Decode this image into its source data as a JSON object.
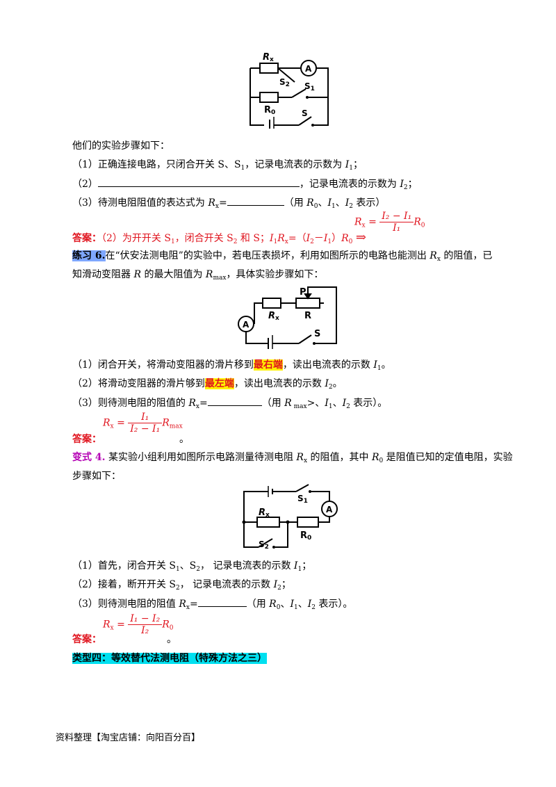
{
  "fig1": {
    "rx": "R",
    "rx_sub": "x",
    "a": "A",
    "s2": "S",
    "s2_sub": "2",
    "s1": "S",
    "s1_sub": "1",
    "r0": "R",
    "r0_sub": "0",
    "s": "S"
  },
  "p1": {
    "intro": "他们的实验步骤如下：",
    "s1_a": "（1）正确连接电路，只闭合开关 S、S",
    "s1_sub": "1",
    "s1_b": "，记录电流表的示数为 ",
    "s1_i": "I",
    "s1_isub": "1",
    "s1_end": "；",
    "s2_a": "（2）",
    "s2_b": "，记录电流表的示数为 ",
    "s2_i": "I",
    "s2_isub": "2",
    "s2_end": "；",
    "s3_a": "（3）待测电阻阻值的表达式为 ",
    "s3_r": "R",
    "s3_rsub": "x",
    "s3_eq": "=",
    "s3_b": "（用 ",
    "s3_r0": "R",
    "s3_r0sub": "0",
    "s3_c": "、",
    "s3_i1": "I",
    "s3_i1sub": "1",
    "s3_d": "、",
    "s3_i2": "I",
    "s3_i2sub": "2",
    "s3_e": " 表示）",
    "ans_label": "答案：",
    "ans_a": "（2）为开开关 S",
    "ans_a1": "1",
    "ans_b": "，闭合开关 S",
    "ans_b1": "2",
    "ans_c": " 和 S；",
    "ans_d": "I",
    "ans_d1": "1",
    "ans_e": "R",
    "ans_e1": "x",
    "ans_f": "=（",
    "ans_g": "I",
    "ans_g1": "2",
    "ans_h": "－",
    "ans_i": "I",
    "ans_i1": "1",
    "ans_j": "）",
    "ans_k": "R",
    "ans_k1": "0",
    "arrow": "⇒",
    "f_r": "R",
    "f_rsub": "x",
    "f_eq": " = ",
    "f_num": "I₂ − I₁",
    "f_den": "I₁",
    "f_r0": "R",
    "f_r0sub": "0"
  },
  "p2": {
    "label": "练习 6.",
    "l1_a": "在“伏安法测电阻”的实验中，若电压表损坏，利用如图所示的电路也能测出 ",
    "l1_r": "R",
    "l1_rsub": "x",
    "l1_b": " 的阻值，已",
    "l2_a": "知滑动变阻器 ",
    "l2_r": "R",
    "l2_b": " 的最大阻值为 ",
    "l2_rm": "R",
    "l2_rmsub": "max",
    "l2_c": "，具体实验步骤如下：",
    "fig": {
      "p": "P",
      "rx": "R",
      "rx_sub": "x",
      "r": "R",
      "a": "A",
      "s": "S"
    },
    "s1_a": "（1）闭合开关，将滑动变阻器的滑片移到",
    "s1_hl": "最右端",
    "s1_b": "，读出电流表的示数 ",
    "s1_i": "I",
    "s1_isub": "1",
    "s1_end": "。",
    "s2_a": "（2）将滑动变阻器的滑片够到",
    "s2_hl": "最左端",
    "s2_b": "，读出电流表的示数 ",
    "s2_i": "I",
    "s2_isub": "2",
    "s2_end": "。",
    "s3_a": "（3）则待测电阻的阻值的 ",
    "s3_r": "R",
    "s3_rsub": "x",
    "s3_eq": "=",
    "s3_b": "（用 ",
    "s3_rm": "R",
    "s3_rmsub": " max",
    "s3_c": ">、",
    "s3_i1": "I",
    "s3_i1sub": "1",
    "s3_d": "、",
    "s3_i2": "I",
    "s3_i2sub": "2",
    "s3_e": " 表示）。",
    "ans_label": "答案：",
    "f_r": "R",
    "f_rsub": "x",
    "f_eq": " = ",
    "f_num": "I₁",
    "f_den": "I₂ − I₁",
    "f_rm": "R",
    "f_rmsub": "max",
    "f_end": "。"
  },
  "p3": {
    "label": "变式 4.",
    "l1_a": " 某实验小组利用如图所示电路测量待测电阻 ",
    "l1_r": "R",
    "l1_rsub": "x",
    "l1_b": " 的阻值，其中 ",
    "l1_r0": "R",
    "l1_r0sub": "0",
    "l1_c": " 是阻值已知的定值电阻，实验",
    "l2": "步骤如下：",
    "fig": {
      "s1": "S",
      "s1_sub": "1",
      "a": "A",
      "rx": "R",
      "rx_sub": "x",
      "r0": "R",
      "r0_sub": "0",
      "s2": "S",
      "s2_sub": "2"
    },
    "s1_a": "（1）首先，闭合开关 S",
    "s1_sa": "1",
    "s1_b": "、S",
    "s1_sb": "2",
    "s1_c": "， 记录电流表的示数 ",
    "s1_i": "I",
    "s1_isub": "1",
    "s1_end": "；",
    "s2_a": "（2）接着，断开开关 S",
    "s2_s": "2",
    "s2_b": "， 记录电流表的示数 ",
    "s2_i": "I",
    "s2_isub": "2",
    "s2_end": "；",
    "s3_a": "（3）则待测电阻的阻值 ",
    "s3_r": "R",
    "s3_rsub": "x",
    "s3_eq": "=",
    "s3_b": "（用 ",
    "s3_r0": "R",
    "s3_r0sub": "0",
    "s3_c": "、",
    "s3_i1": "I",
    "s3_i1sub": "1",
    "s3_d": "、",
    "s3_i2": "I",
    "s3_i2sub": "2",
    "s3_e": " 表示）。",
    "ans_label": "答案：",
    "f_r": "R",
    "f_rsub": "x",
    "f_eq": " = ",
    "f_num": "I₁ − I₂",
    "f_den": "I₂",
    "f_r0": "R",
    "f_r0sub": "0",
    "f_end": "。"
  },
  "section": "类型四：等效替代法测电阻（特殊方法之三）",
  "footer": "资料整理【淘宝店铺：向阳百分百】"
}
